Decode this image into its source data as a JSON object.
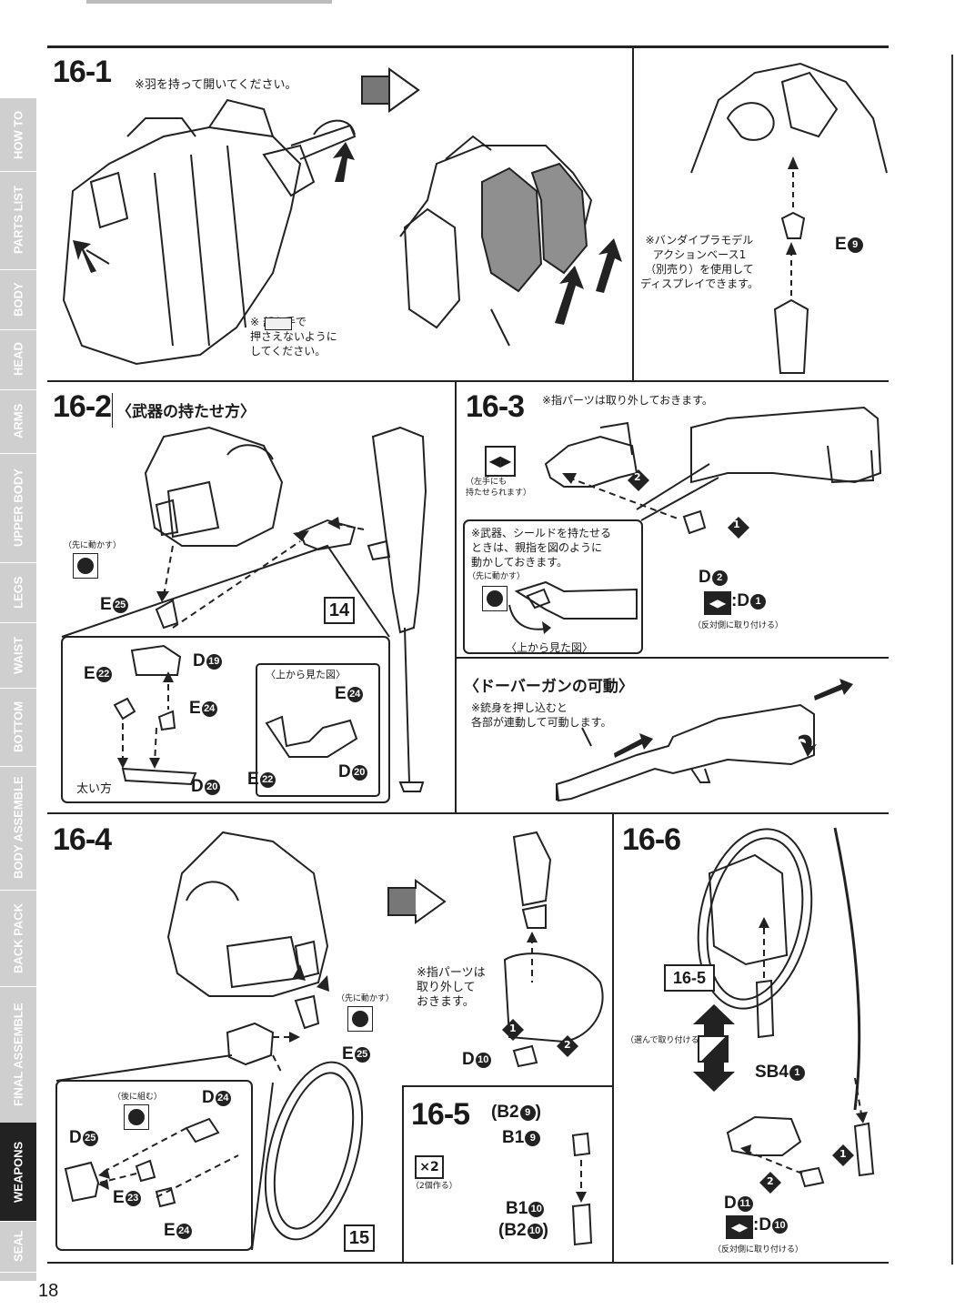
{
  "sidebar": {
    "tabs": [
      "HOW TO",
      "PARTS LIST",
      "BODY",
      "HEAD",
      "ARMS",
      "UPPER BODY",
      "LEGS",
      "WAIST",
      "BOTTOM",
      "BODY ASSEMBLE",
      "BACK PACK",
      "FINAL ASSEMBLE",
      "WEAPONS",
      "SEAL"
    ],
    "active": "WEAPONS"
  },
  "page_number": "18",
  "s16_1": {
    "title": "16-1",
    "note_top": "※羽を持って開いてください。",
    "note_hold": "※       部を手で\n押さえないように\nしてください。",
    "note_display": "※バンダイプラモデル\nアクションベース1\n（別売り）を使用して\nディスプレイできます。",
    "part_e9": "E",
    "part_e9_num": "9"
  },
  "s16_2": {
    "title": "16-2",
    "heading": "〈武器の持たせ方〉",
    "move_first": "（先に動かす）",
    "e25": "E",
    "e25_num": "25",
    "d19": "D",
    "d19_num": "19",
    "e22": "E",
    "e22_num": "22",
    "e24": "E",
    "e24_num": "24",
    "d20": "D",
    "d20_num": "20",
    "thick": "太い方",
    "top_view": "〈上から見た図〉",
    "e24b": "E",
    "e24b_num": "24",
    "e22b": "E",
    "e22b_num": "22",
    "d20b": "D",
    "d20b_num": "20",
    "box14": "14"
  },
  "s16_3": {
    "title": "16-3",
    "note_top": "※指パーツは取り外しておきます。",
    "left_hand": "（左手にも\n持たせられます）",
    "weapon_note": "※武器、シールドを持たせる\nときは、親指を図のように\n動かしておきます。",
    "move_first": "（先に動かす）",
    "top_view": "〈上から見た図〉",
    "d2": "D",
    "d2_num": "2",
    "d1": ":D",
    "d1_num": "1",
    "opposite": "（反対側に取り付ける）",
    "step1": "1",
    "step2": "2"
  },
  "dover": {
    "heading": "〈ドーバーガンの可動〉",
    "note": "※銃身を押し込むと\n各部が連動して可動します。"
  },
  "s16_4": {
    "title": "16-4",
    "move_first": "（先に動かす）",
    "later": "（後に組む）",
    "e25": "E",
    "e25_num": "25",
    "d24": "D",
    "d24_num": "24",
    "d25": "D",
    "d25_num": "25",
    "e23": "E",
    "e23_num": "23",
    "e24": "E",
    "e24_num": "24",
    "box15": "15",
    "finger_note": "※指パーツは\n取り外して\nおきます。",
    "d10": "D",
    "d10_num": "10",
    "step1": "1",
    "step2": "2"
  },
  "s16_5": {
    "title": "16-5",
    "times2": "×2",
    "make2": "（2個作る）",
    "b29": "(B2",
    "b29_num": "9",
    "b29_close": ")",
    "b19": "B1",
    "b19_num": "9",
    "b110": "B1",
    "b110_num": "10",
    "b210": "(B2",
    "b210_num": "10",
    "b210_close": ")"
  },
  "s16_6": {
    "title": "16-6",
    "ref": "16-5",
    "choose": "（選んで取り付ける）",
    "sb4": "SB4",
    "sb4_num": "1",
    "d11": "D",
    "d11_num": "11",
    "d10": ":D",
    "d10_num": "10",
    "opposite": "（反対側に取り付ける）",
    "step1": "1",
    "step2": "2"
  },
  "colors": {
    "ink": "#1a1a1a",
    "tab_gray": "#cfcfcf",
    "tab_active": "#222222",
    "panel_gray": "#9a9a9a"
  }
}
